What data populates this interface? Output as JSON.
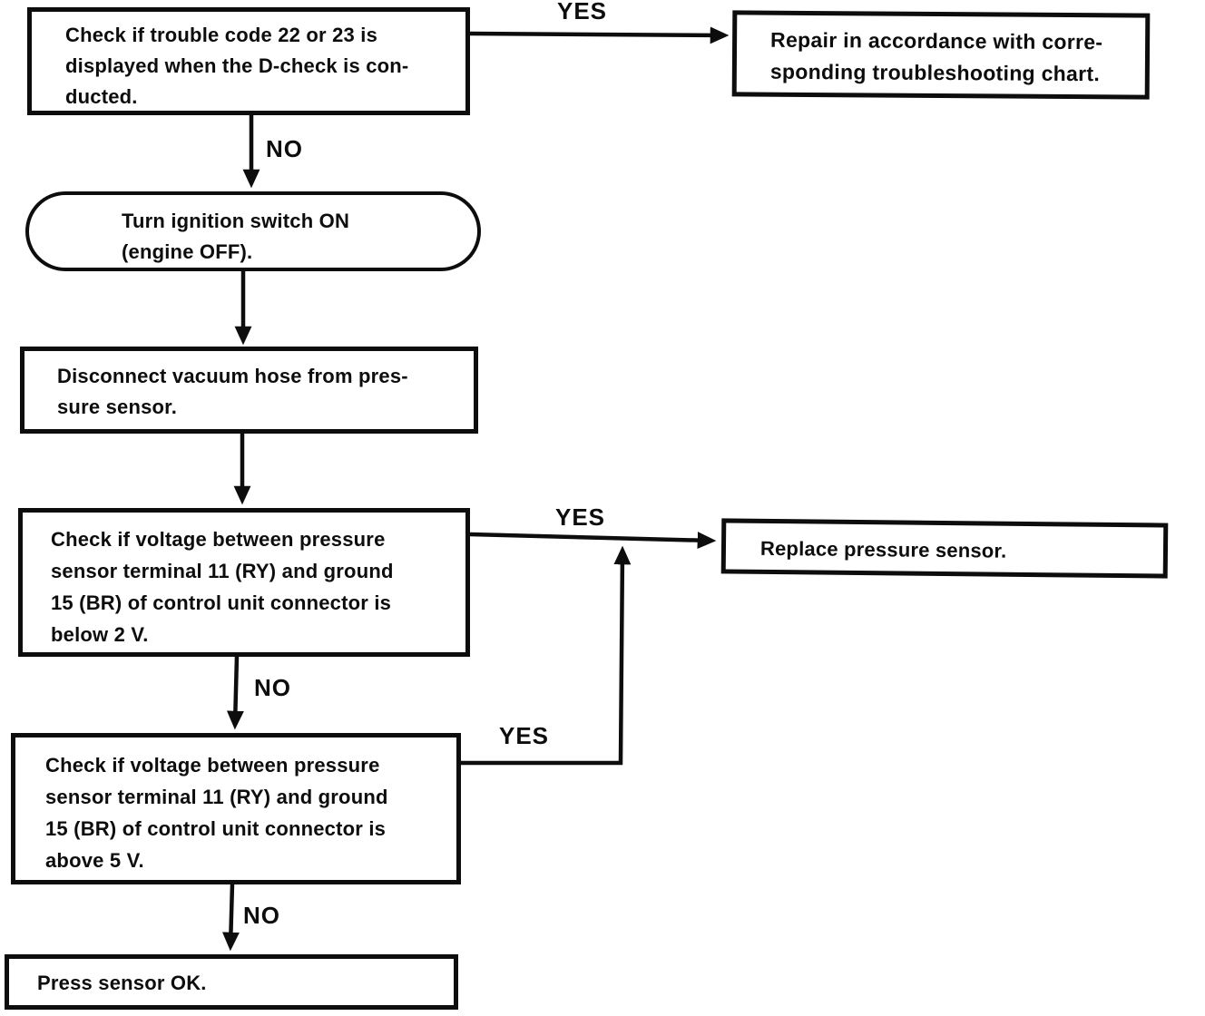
{
  "nodes": {
    "check_trouble_code": {
      "lines": [
        "Check if trouble code 22 or 23 is",
        "displayed when the D-check is con-",
        "ducted."
      ]
    },
    "repair_chart": {
      "lines": [
        "Repair in accordance with corre-",
        "sponding troubleshooting chart."
      ]
    },
    "ignition_on": {
      "lines": [
        "Turn ignition switch ON",
        "(engine OFF)."
      ]
    },
    "disconnect_hose": {
      "lines": [
        "Disconnect vacuum hose from pres-",
        "sure sensor."
      ]
    },
    "check_below_2v": {
      "lines": [
        "Check if voltage between pressure",
        "sensor terminal 11 (RY) and ground",
        "15 (BR) of control unit connector is",
        "below 2 V."
      ]
    },
    "replace_sensor": {
      "lines": [
        "Replace pressure sensor."
      ]
    },
    "check_above_5v": {
      "lines": [
        "Check if voltage between pressure",
        "sensor terminal 11 (RY) and ground",
        "15 (BR) of control unit connector is",
        "above 5 V."
      ]
    },
    "press_sensor_ok": {
      "lines": [
        "Press sensor OK."
      ]
    }
  },
  "edge_labels": {
    "yes_top": "YES",
    "no_top": "NO",
    "yes_mid": "YES",
    "no_mid": "NO",
    "yes_lower": "YES",
    "no_bottom": "NO"
  },
  "colors": {
    "ink": "#0d0d0d",
    "paper": "#ffffff"
  }
}
